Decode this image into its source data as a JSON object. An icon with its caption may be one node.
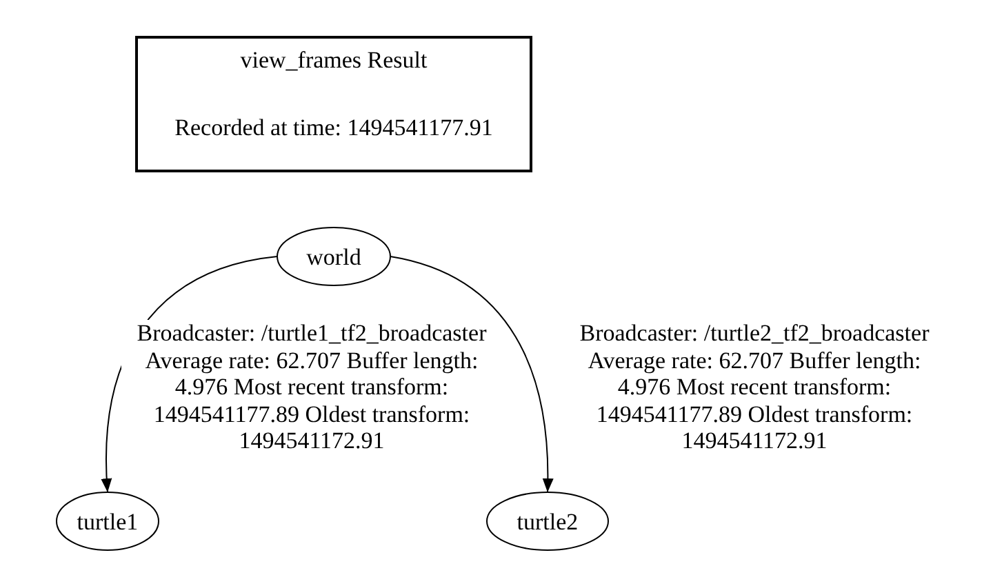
{
  "diagram": {
    "nodes": [
      {
        "text": [
          "view_frames Result",
          "Recorded at time: 1494541177.91"
        ]
      },
      {
        "text": [
          "world"
        ]
      },
      {
        "text": [
          "turtle1"
        ]
      },
      {
        "text": [
          "turtle2"
        ]
      }
    ],
    "edges": [
      {
        "from": 1,
        "to": 2,
        "arrow": "to",
        "label": "Broadcaster: /turtle1_tf2_broadcaster Average rate: 62.707 Buffer length: 4.976 Most recent transform: 1494541177.89 Oldest transform: 1494541172.91"
      },
      {
        "from": 1,
        "to": 3,
        "arrow": "to",
        "label": "Broadcaster: /turtle2_tf2_broadcaster Average rate: 62.707 Buffer length: 4.976 Most recent transform: 1494541177.89 Oldest transform: 1494541172.91"
      }
    ]
  }
}
